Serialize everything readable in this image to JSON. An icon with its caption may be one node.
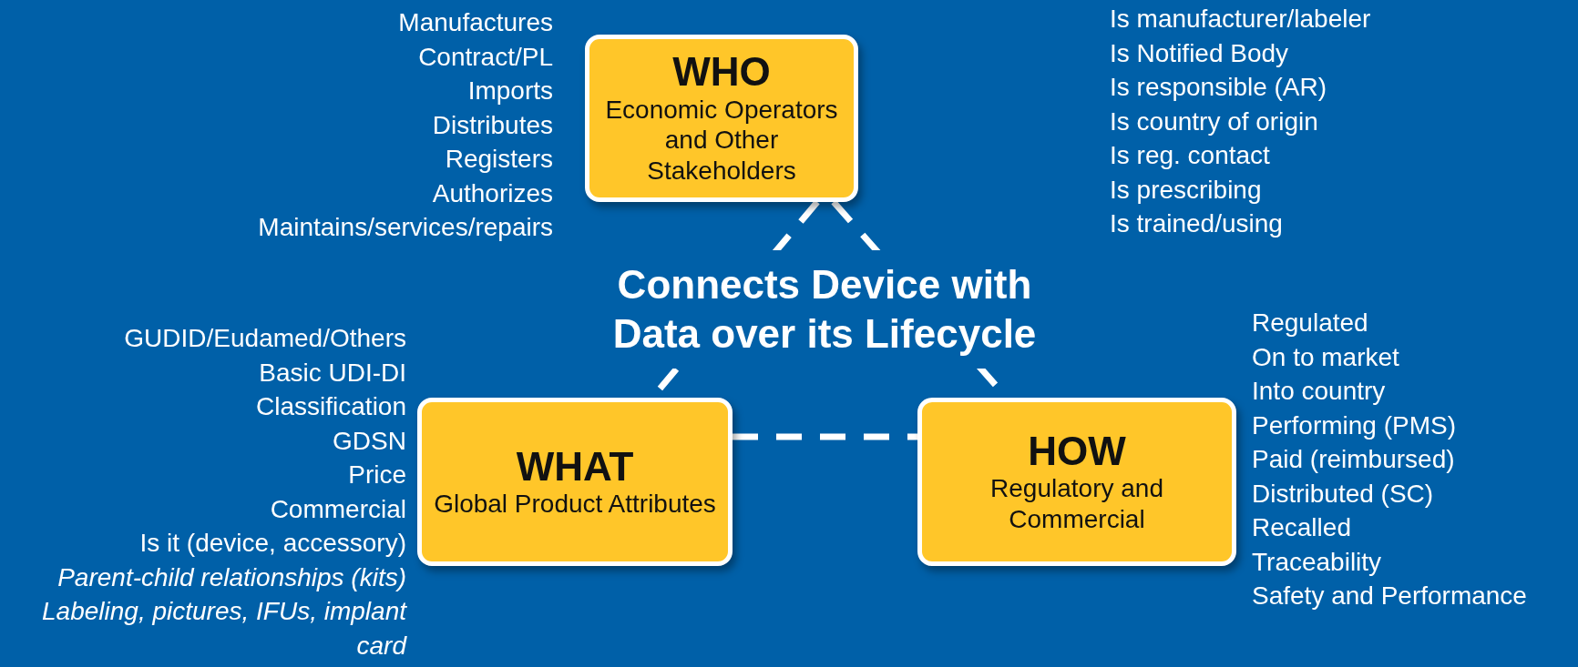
{
  "diagram": {
    "nodes": [
      {
        "text": [
          "WHO",
          "Economic Operators and Other Stakeholders"
        ]
      },
      {
        "text": [
          "WHAT",
          "Global Product Attributes"
        ]
      },
      {
        "text": [
          "HOW",
          "Regulatory and Commercial"
        ]
      }
    ],
    "edges": [
      {
        "from": 0,
        "to": 1,
        "arrow": "none",
        "style": "dashed"
      },
      {
        "from": 0,
        "to": 2,
        "arrow": "none",
        "style": "dashed"
      },
      {
        "from": 1,
        "to": 2,
        "arrow": "none",
        "style": "dashed"
      }
    ],
    "labels": [
      "Manufactures",
      "Contract/PL",
      "Imports",
      "Distributes",
      "Registers",
      "Authorizes",
      "Maintains/services/repairs",
      "Is manufacturer/labeler",
      "Is Notified Body",
      "Is responsible (AR)",
      "Is country of origin",
      "Is reg. contact",
      "Is prescribing",
      "Is trained/using",
      "Connects Device with Data over its Lifecycle",
      "GUDID/Eudamed/Others",
      "Basic UDI-DI",
      "Classification",
      "GDSN",
      "Price",
      "Commercial",
      "Is it (device, accessory)",
      "Parent-child relationships (kits)",
      "Labeling, pictures, IFUs, implant card",
      "Regulated",
      "On to market",
      "Into country",
      "Performing (PMS)",
      "Paid (reimbursed)",
      "Distributed (SC)",
      "Recalled",
      "Traceability",
      "Safety and Performance"
    ]
  }
}
